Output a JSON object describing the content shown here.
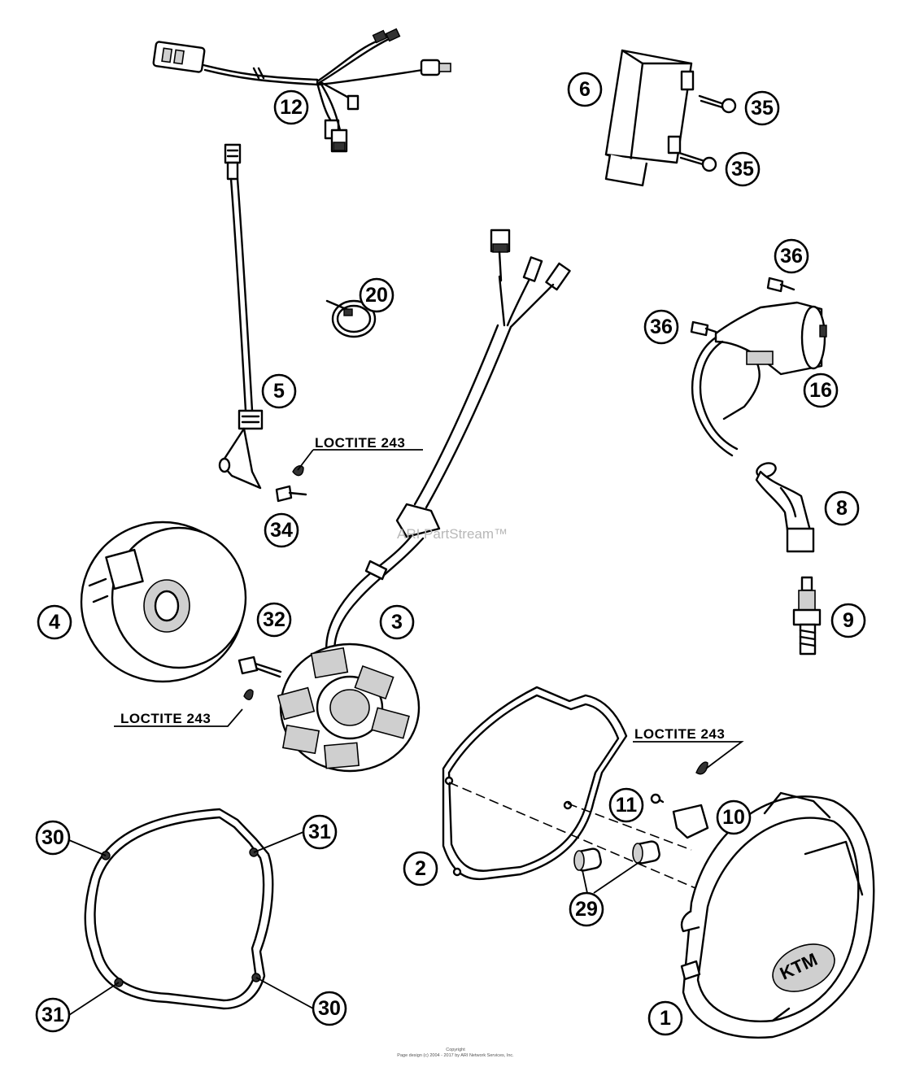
{
  "part_labels": [
    {
      "id": "p1",
      "label": "1"
    },
    {
      "id": "p2",
      "label": "2"
    },
    {
      "id": "p3",
      "label": "3"
    },
    {
      "id": "p4",
      "label": "4"
    },
    {
      "id": "p5",
      "label": "5"
    },
    {
      "id": "p6",
      "label": "6"
    },
    {
      "id": "p8",
      "label": "8"
    },
    {
      "id": "p9",
      "label": "9"
    },
    {
      "id": "p10",
      "label": "10"
    },
    {
      "id": "p11",
      "label": "11"
    },
    {
      "id": "p12",
      "label": "12"
    },
    {
      "id": "p16",
      "label": "16"
    },
    {
      "id": "p20",
      "label": "20"
    },
    {
      "id": "p29",
      "label": "29"
    },
    {
      "id": "p30a",
      "label": "30"
    },
    {
      "id": "p30b",
      "label": "30"
    },
    {
      "id": "p31a",
      "label": "31"
    },
    {
      "id": "p31b",
      "label": "31"
    },
    {
      "id": "p32",
      "label": "32"
    },
    {
      "id": "p34",
      "label": "34"
    },
    {
      "id": "p35a",
      "label": "35"
    },
    {
      "id": "p35b",
      "label": "35"
    },
    {
      "id": "p36a",
      "label": "36"
    },
    {
      "id": "p36b",
      "label": "36"
    }
  ],
  "callouts": {
    "loctite_top": "LOCTITE 243",
    "loctite_left": "LOCTITE 243",
    "loctite_right": "LOCTITE 243"
  },
  "watermark": "ARI PartStream™",
  "footer": {
    "line1": "Copyright",
    "line2": "Page design (c) 2004 - 2017 by ARI Network Services, Inc."
  },
  "cover_logo": "KTM"
}
